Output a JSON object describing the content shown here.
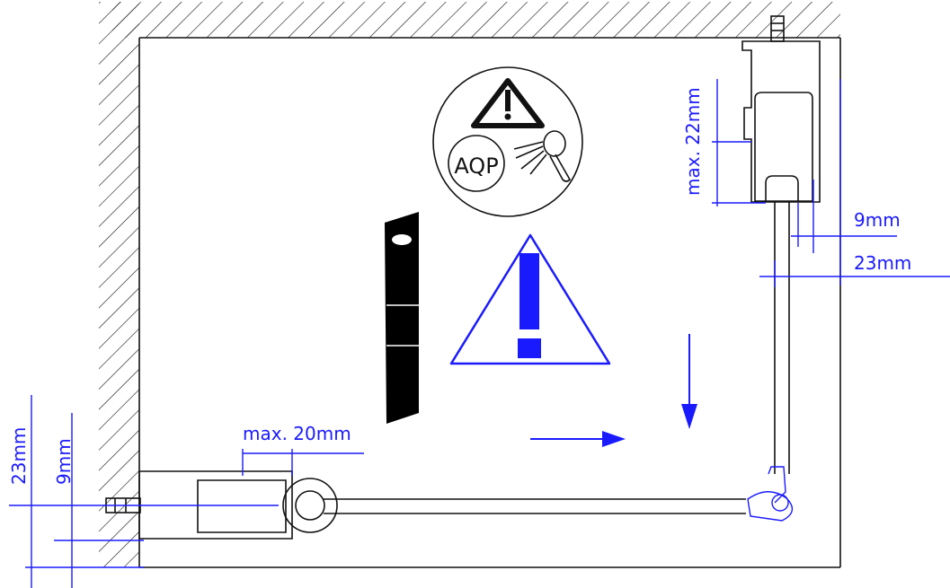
{
  "labels": {
    "max_22": "max. 22mm",
    "dim_9_right": "9mm",
    "dim_23_right": "23mm",
    "max_20": "max. 20mm",
    "dim_23_left": "23mm",
    "dim_9_left": "9mm",
    "aqp": "AQP"
  },
  "colors": {
    "line": "#111111",
    "dimension": "#1a1aff"
  },
  "icons": [
    "warning-triangle-icon",
    "shower-head-icon",
    "aqp-logo",
    "large-warning-icon",
    "arrow-right-icon",
    "arrow-down-icon"
  ]
}
